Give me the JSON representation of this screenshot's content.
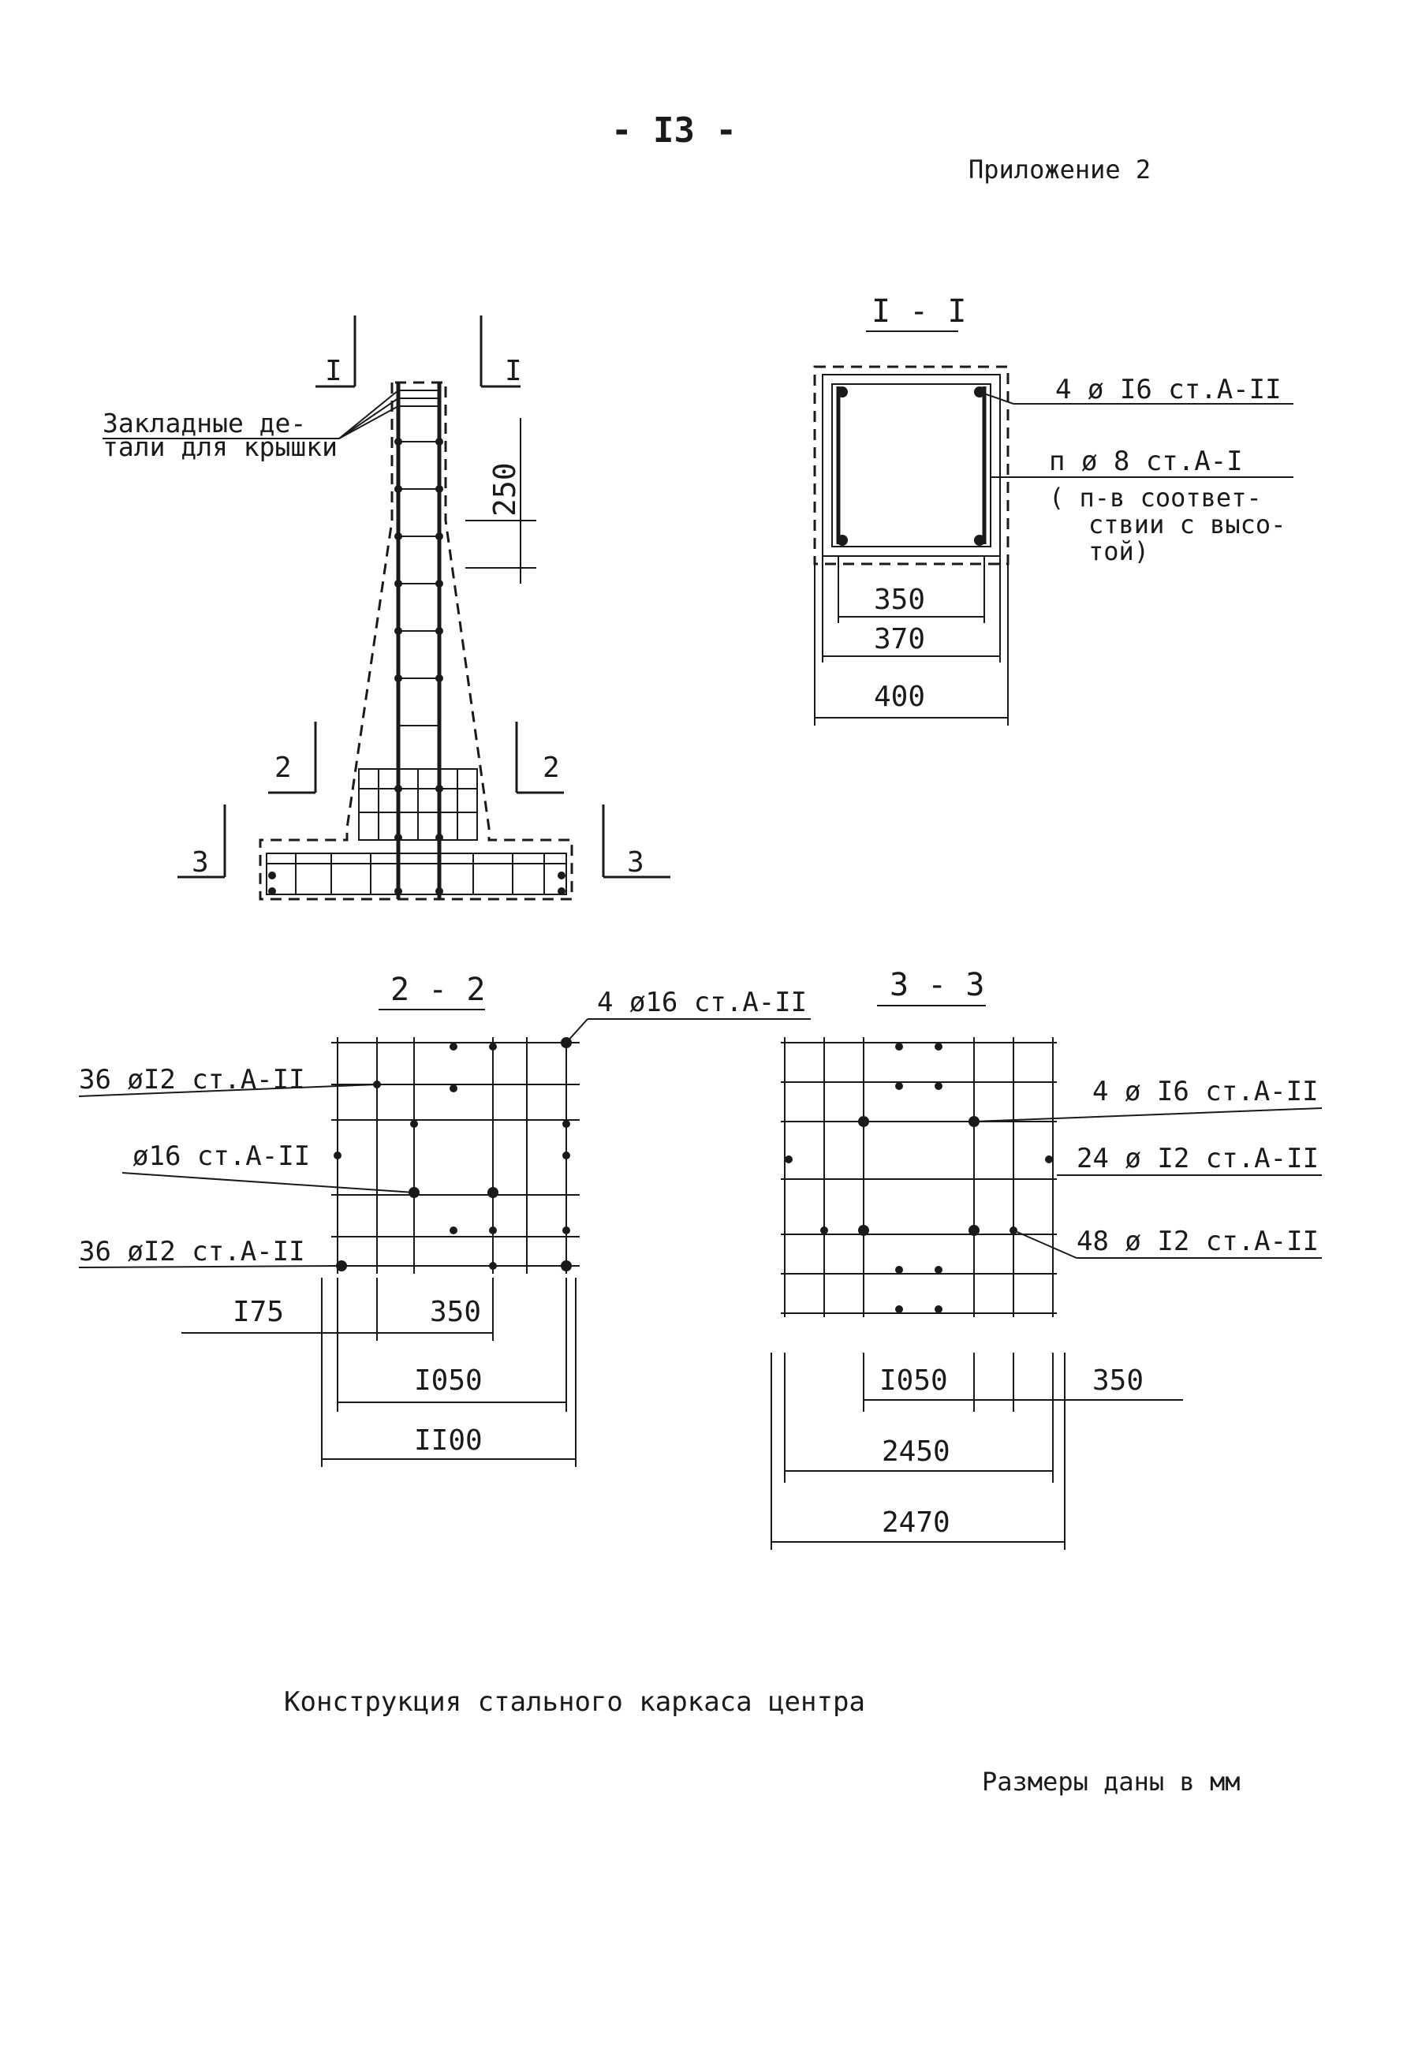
{
  "header": {
    "page_number": "- I3 -",
    "appendix": "Приложение 2"
  },
  "elevation": {
    "section_mark_1": "I",
    "section_mark_2": "2",
    "section_mark_3": "3",
    "embedded_parts_label_line1": "Закладные де-",
    "embedded_parts_label_line2": "тали для крышки",
    "dim_spacing": "250"
  },
  "section_1_1": {
    "title": "I - I",
    "callout_bars": "4 ø I6 ст.А-II",
    "callout_stirrups": "п ø 8  ст.А-I",
    "note_line1": "( п-в соответ-",
    "note_line2": "ствии с высо-",
    "note_line3": "той)",
    "dim_inner": "350",
    "dim_mid": "370",
    "dim_outer": "400"
  },
  "section_2_2": {
    "title": "2 - 2",
    "callout_top": "4 ø16 ст.А-II",
    "callout_a": "36 øI2 ст.А-II",
    "callout_b": "ø16 ст.А-II",
    "callout_c": "36 øI2 ст.А-II",
    "dim_offset": "I75",
    "dim_inner": "350",
    "dim_mid": "I050",
    "dim_outer": "II00"
  },
  "section_3_3": {
    "title": "3 - 3",
    "callout_a": "4 ø I6 ст.А-II",
    "callout_b": "24 ø I2 ст.А-II",
    "callout_c": "48 ø I2 ст.А-II",
    "dim_inner": "I050",
    "dim_side": "350",
    "dim_mid": "2450",
    "dim_outer": "2470"
  },
  "footer": {
    "caption": "Конструкция стального каркаса центра",
    "units_note": "Размеры даны в мм"
  }
}
